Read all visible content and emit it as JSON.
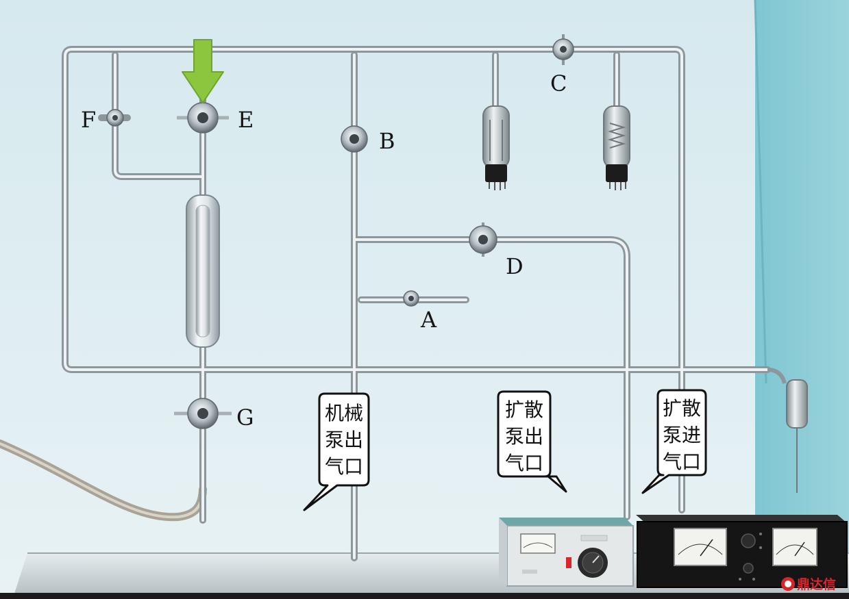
{
  "valves": {
    "A": "A",
    "B": "B",
    "C": "C",
    "D": "D",
    "E": "E",
    "F": "F",
    "G": "G"
  },
  "callouts": {
    "mech_pump_outlet": [
      "机械",
      "泵出",
      "气口"
    ],
    "diff_pump_outlet": [
      "扩散",
      "泵出",
      "气口"
    ],
    "diff_pump_inlet": [
      "扩散",
      "泵进",
      "气口"
    ]
  },
  "watermark": "鼎达信",
  "colors": {
    "wall": "#dcecf1",
    "side_wall": "#8cccd6",
    "pipe": "#b9c2c6",
    "pointer": "#8cc63f",
    "watermark": "#d9232d"
  }
}
